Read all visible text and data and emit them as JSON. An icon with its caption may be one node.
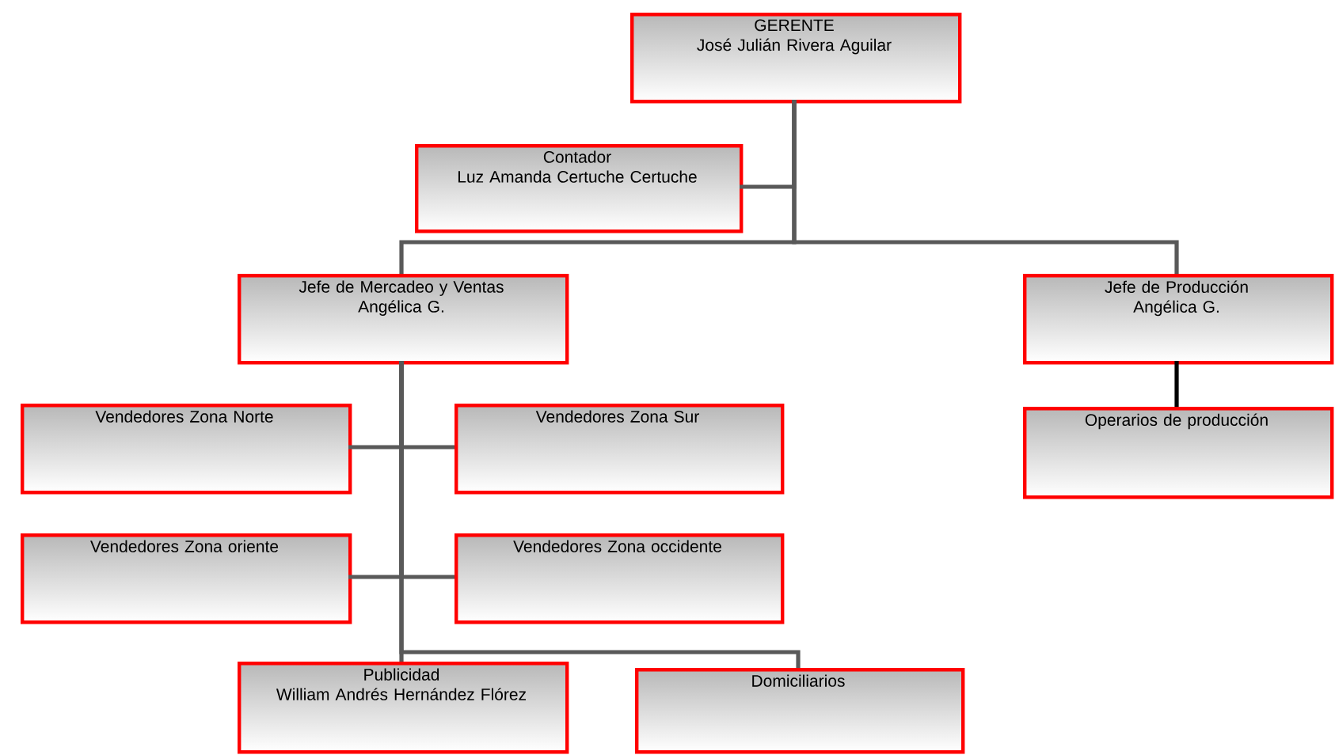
{
  "diagram": {
    "nodes": [
      {
        "text": [
          "GERENTE",
          "José Julián Rivera Aguilar"
        ]
      },
      {
        "text": [
          "Contador",
          "Luz Amanda Certuche Certuche"
        ]
      },
      {
        "text": [
          "Jefe de Mercadeo y Ventas",
          "Angélica G."
        ]
      },
      {
        "text": [
          "Jefe de Producción",
          "Angélica G."
        ]
      },
      {
        "text": [
          "Vendedores Zona Norte"
        ]
      },
      {
        "text": [
          "Vendedores Zona Sur"
        ]
      },
      {
        "text": [
          "Vendedores Zona oriente"
        ]
      },
      {
        "text": [
          "Vendedores Zona occidente"
        ]
      },
      {
        "text": [
          "Operarios de producción"
        ]
      },
      {
        "text": [
          "Publicidad",
          "William Andrés Hernández Flórez"
        ]
      },
      {
        "text": [
          "Domiciliarios"
        ]
      }
    ],
    "edges": [
      {
        "from": 0,
        "to": 1,
        "arrow": "none"
      },
      {
        "from": 0,
        "to": 2,
        "arrow": "none"
      },
      {
        "from": 0,
        "to": 3,
        "arrow": "none"
      },
      {
        "from": 3,
        "to": 8,
        "arrow": "none",
        "color": "#000000"
      },
      {
        "from": 2,
        "to": 4,
        "arrow": "none"
      },
      {
        "from": 2,
        "to": 5,
        "arrow": "none"
      },
      {
        "from": 2,
        "to": 6,
        "arrow": "none"
      },
      {
        "from": 2,
        "to": 7,
        "arrow": "none"
      },
      {
        "from": 2,
        "to": 9,
        "arrow": "none"
      },
      {
        "from": 2,
        "to": 10,
        "arrow": "none"
      }
    ]
  }
}
